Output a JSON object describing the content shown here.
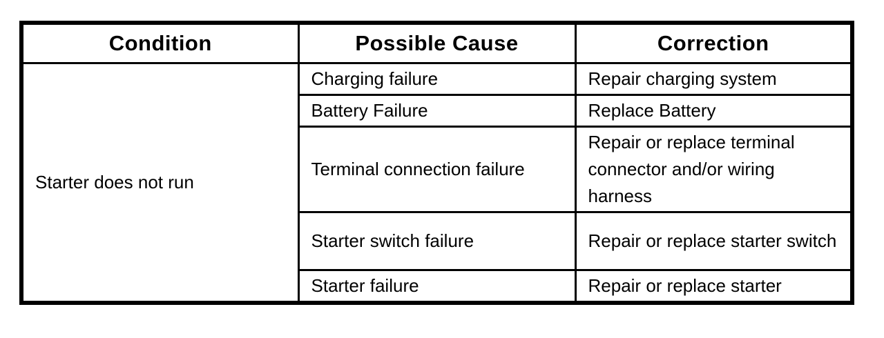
{
  "table": {
    "headers": {
      "condition": "Condition",
      "possible_cause": "Possible Cause",
      "correction": "Correction"
    },
    "condition": "Starter does not run",
    "rows": [
      {
        "cause": "Charging failure",
        "correction": "Repair charging system"
      },
      {
        "cause": "Battery Failure",
        "correction": "Replace Battery"
      },
      {
        "cause": "Terminal connection failure",
        "correction": "Repair or replace terminal connector and/or wiring harness"
      },
      {
        "cause": "Starter switch failure",
        "correction": "Repair or replace starter switch"
      },
      {
        "cause": "Starter failure",
        "correction": "Repair or replace starter"
      }
    ],
    "colors": {
      "border": "#000000",
      "background": "#ffffff",
      "text": "#000000"
    }
  }
}
